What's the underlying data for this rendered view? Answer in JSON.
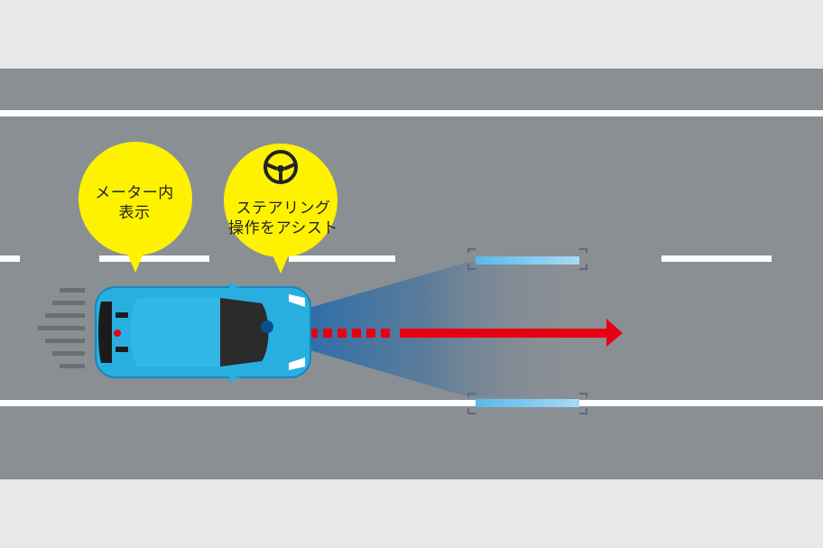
{
  "bubbles": {
    "meter": {
      "line1": "メーター内",
      "line2": "表示",
      "icon": "none"
    },
    "steering": {
      "line1": "ステアリング",
      "line2": "操作をアシスト",
      "icon": "steering-wheel-icon"
    }
  },
  "colors": {
    "background": "#e8e8e9",
    "road": "#8a8f94",
    "lane_marking": "#ffffff",
    "bubble": "#fff200",
    "car_body": "#29aee0",
    "sensor_beam": "#1e6fb5",
    "lane_detect_marker": "#7cc7ee",
    "direction_arrow": "#e60012"
  }
}
